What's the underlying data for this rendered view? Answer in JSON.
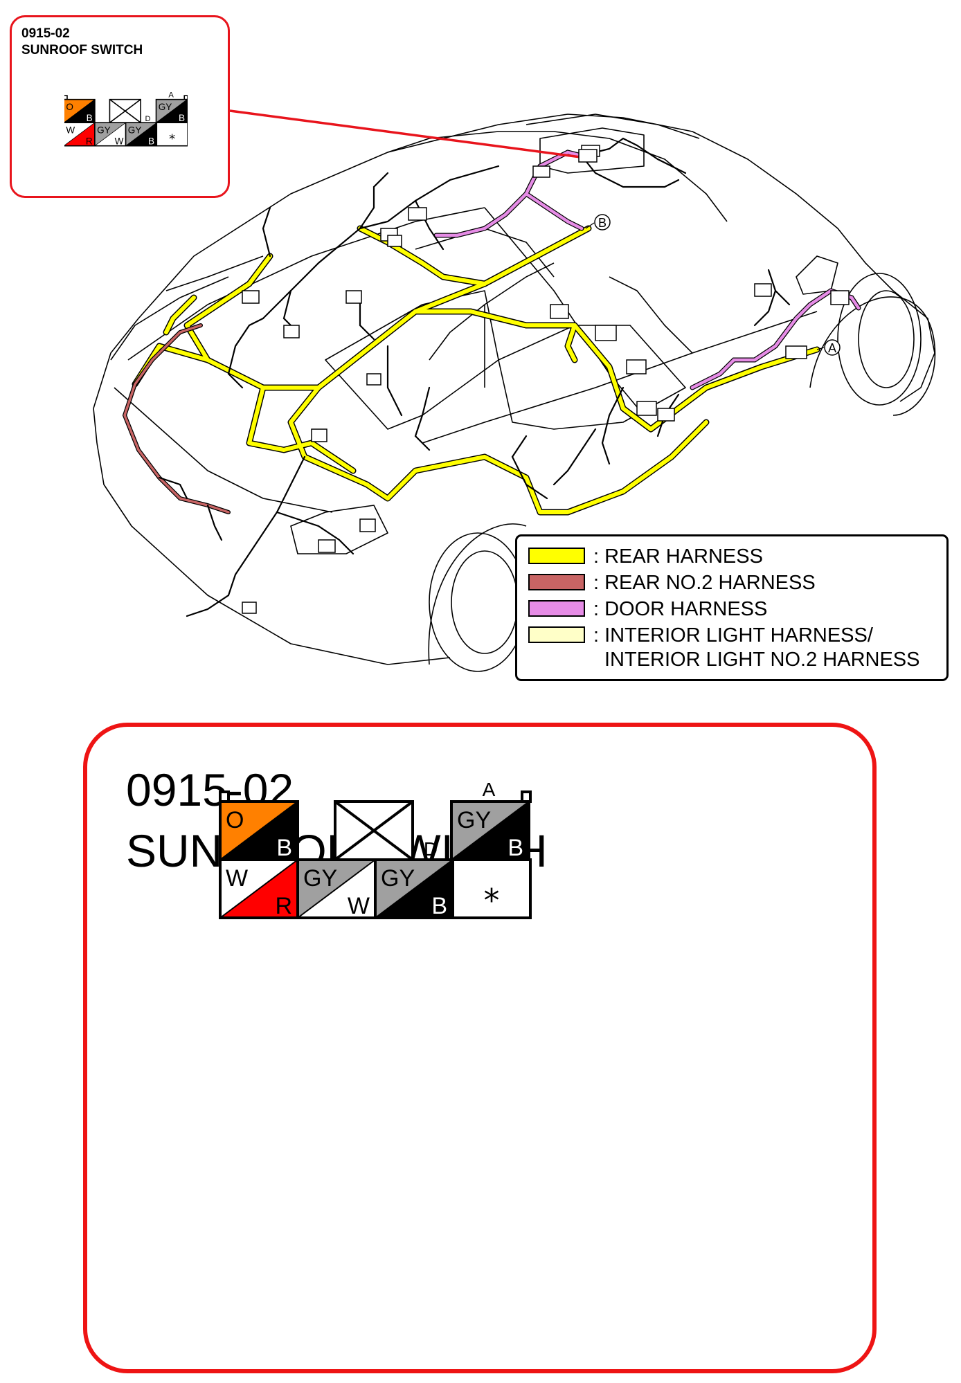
{
  "colors": {
    "frame_red": "#e8141c",
    "rear_harness": "#ffff00",
    "rear_no2_harness": "#c86464",
    "door_harness": "#e68ce6",
    "interior_light_harness": "#ffffc8",
    "orange": "#ff8000",
    "gray": "#a0a0a0",
    "red": "#ff0000",
    "black": "#000000"
  },
  "callout": {
    "code": "0915-02",
    "name": "SUNROOF SWITCH"
  },
  "markers": {
    "a": "A",
    "b": "B"
  },
  "legend": {
    "items": [
      {
        "color": "#ffff00",
        "label": ": REAR HARNESS"
      },
      {
        "color": "#c86464",
        "label": ": REAR NO.2 HARNESS"
      },
      {
        "color": "#e68ce6",
        "label": ": DOOR HARNESS"
      },
      {
        "color": "#ffffc8",
        "label": ": INTERIOR LIGHT HARNESS/"
      }
    ],
    "continuation": "INTERIOR LIGHT NO.2 HARNESS"
  },
  "connector": {
    "pin_a_label": "A",
    "pin_d_label": "D",
    "top_row": [
      {
        "primary": "O",
        "secondary": "B",
        "primary_color": "#ff8000",
        "secondary_color": "#000000"
      },
      {
        "unused": true
      },
      {
        "primary": "GY",
        "secondary": "B",
        "primary_color": "#a0a0a0",
        "secondary_color": "#000000"
      }
    ],
    "bottom_row": [
      {
        "primary": "W",
        "secondary": "R",
        "primary_color": "#ffffff",
        "secondary_color": "#ff0000"
      },
      {
        "primary": "GY",
        "secondary": "W",
        "primary_color": "#a0a0a0",
        "secondary_color": "#ffffff"
      },
      {
        "primary": "GY",
        "secondary": "B",
        "primary_color": "#a0a0a0",
        "secondary_color": "#000000"
      },
      {
        "symbol": "⁎"
      }
    ]
  }
}
